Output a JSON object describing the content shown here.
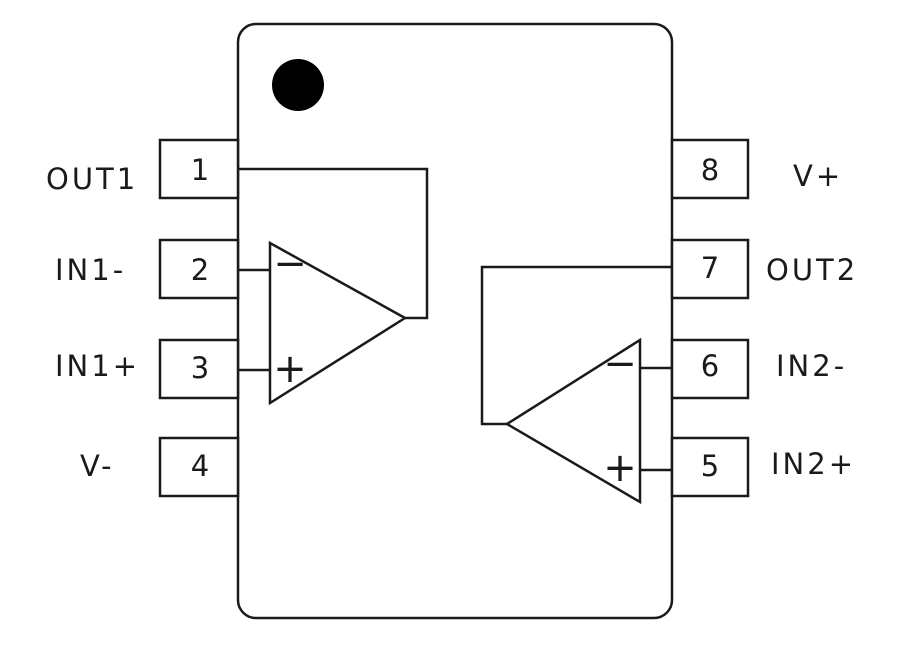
{
  "package": {
    "pins": [
      {
        "num": "1",
        "label": "OUT1"
      },
      {
        "num": "2",
        "label": "IN1-"
      },
      {
        "num": "3",
        "label": "IN1+"
      },
      {
        "num": "4",
        "label": "V-"
      },
      {
        "num": "5",
        "label": "IN2+"
      },
      {
        "num": "6",
        "label": "IN2-"
      },
      {
        "num": "7",
        "label": "OUT2"
      },
      {
        "num": "8",
        "label": "V+"
      }
    ]
  },
  "amplifiers": {
    "amp1": {
      "minus_sign": "−",
      "plus_sign": "+"
    },
    "amp2": {
      "minus_sign": "−",
      "plus_sign": "+"
    }
  }
}
